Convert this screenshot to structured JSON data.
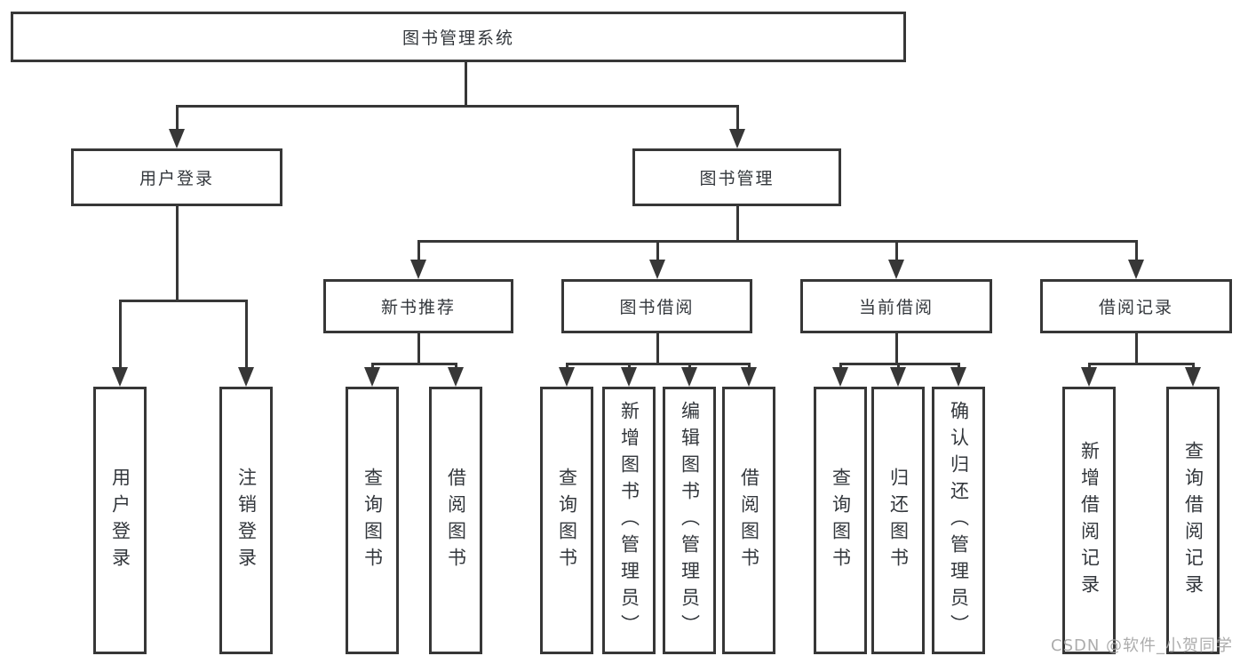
{
  "diagram": {
    "type": "tree",
    "root": {
      "label": "图书管理系统"
    },
    "branches": [
      {
        "label": "用户登录",
        "children": [
          {
            "label": "用户登录"
          },
          {
            "label": "注销登录"
          }
        ]
      },
      {
        "label": "图书管理",
        "children": [
          {
            "label": "新书推荐",
            "children": [
              {
                "label": "查询图书"
              },
              {
                "label": "借阅图书"
              }
            ]
          },
          {
            "label": "图书借阅",
            "children": [
              {
                "label": "查询图书"
              },
              {
                "label": "新增图书（管理员）"
              },
              {
                "label": "编辑图书（管理员）"
              },
              {
                "label": "借阅图书"
              }
            ]
          },
          {
            "label": "当前借阅",
            "children": [
              {
                "label": "查询图书"
              },
              {
                "label": "归还图书"
              },
              {
                "label": "确认归还（管理员）"
              }
            ]
          },
          {
            "label": "借阅记录",
            "children": [
              {
                "label": "新增借阅记录"
              },
              {
                "label": "查询借阅记录"
              }
            ]
          }
        ]
      }
    ],
    "watermark": "CSDN @软件_小贺同学",
    "colors": {
      "line": "#373737",
      "text": "#33373c",
      "watermark": "#a6a6a6",
      "background": "#ffffff"
    }
  }
}
